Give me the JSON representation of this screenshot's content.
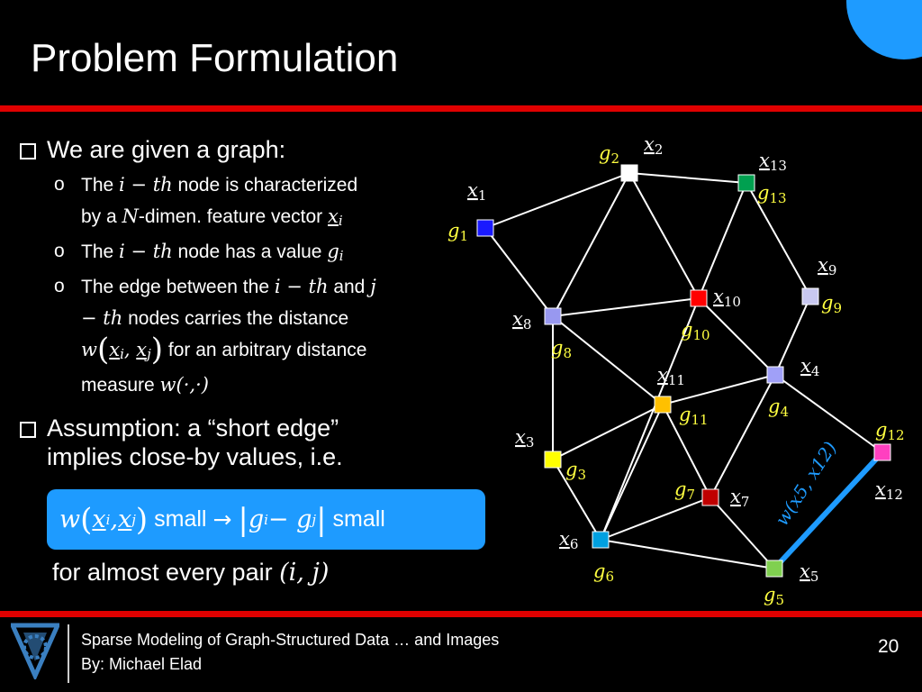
{
  "slide": {
    "title": "Problem Formulation",
    "page_number": "20",
    "footer_line1": "Sparse Modeling of Graph-Structured Data … and Images",
    "footer_line2": "By: Michael Elad",
    "accent_color": "#1e9bff",
    "bar_color": "#e00000"
  },
  "bullets": {
    "b1": "We are given a graph:",
    "s1a": "node is characterized",
    "s1b": "by a",
    "s1c": "-dimen. feature vector",
    "s2a": "The",
    "s2b": "node has a value",
    "s3a": "The edge between the",
    "s3b": "and",
    "s3c": "nodes carries the distance",
    "s3d": "for an arbitrary distance",
    "s3e": "measure",
    "b2a": "Assumption: a “short edge”",
    "b2b": "implies close-by values, i.e.",
    "hl_small1": "small",
    "hl_small2": "small",
    "pair": "for almost every pair"
  },
  "graph": {
    "nodes": [
      {
        "id": "1",
        "color": "#1a1aff"
      },
      {
        "id": "2",
        "color": "#ffffff"
      },
      {
        "id": "13",
        "color": "#00a050"
      },
      {
        "id": "9",
        "color": "#c8c8f0"
      },
      {
        "id": "10",
        "color": "#ff0000"
      },
      {
        "id": "8",
        "color": "#9898f0"
      },
      {
        "id": "4",
        "color": "#a0a0f8"
      },
      {
        "id": "11",
        "color": "#ffc000"
      },
      {
        "id": "12",
        "color": "#ff40c0"
      },
      {
        "id": "3",
        "color": "#ffff00"
      },
      {
        "id": "7",
        "color": "#c00000"
      },
      {
        "id": "6",
        "color": "#00a0e0"
      },
      {
        "id": "5",
        "color": "#80d050"
      }
    ],
    "edges": [
      [
        "1",
        "2"
      ],
      [
        "1",
        "8"
      ],
      [
        "2",
        "13"
      ],
      [
        "2",
        "8"
      ],
      [
        "2",
        "10"
      ],
      [
        "13",
        "10"
      ],
      [
        "13",
        "9"
      ],
      [
        "9",
        "4"
      ],
      [
        "10",
        "8"
      ],
      [
        "10",
        "4"
      ],
      [
        "8",
        "11"
      ],
      [
        "8",
        "3"
      ],
      [
        "10",
        "6"
      ],
      [
        "11",
        "4"
      ],
      [
        "11",
        "7"
      ],
      [
        "4",
        "7"
      ],
      [
        "4",
        "12"
      ],
      [
        "3",
        "6"
      ],
      [
        "6",
        "11"
      ],
      [
        "6",
        "7"
      ],
      [
        "7",
        "5"
      ],
      [
        "3",
        "11"
      ],
      [
        "6",
        "5"
      ],
      [
        "5",
        "12"
      ]
    ],
    "highlight_edge": [
      "5",
      "12"
    ],
    "highlight_label": "w(x5, x12)"
  }
}
